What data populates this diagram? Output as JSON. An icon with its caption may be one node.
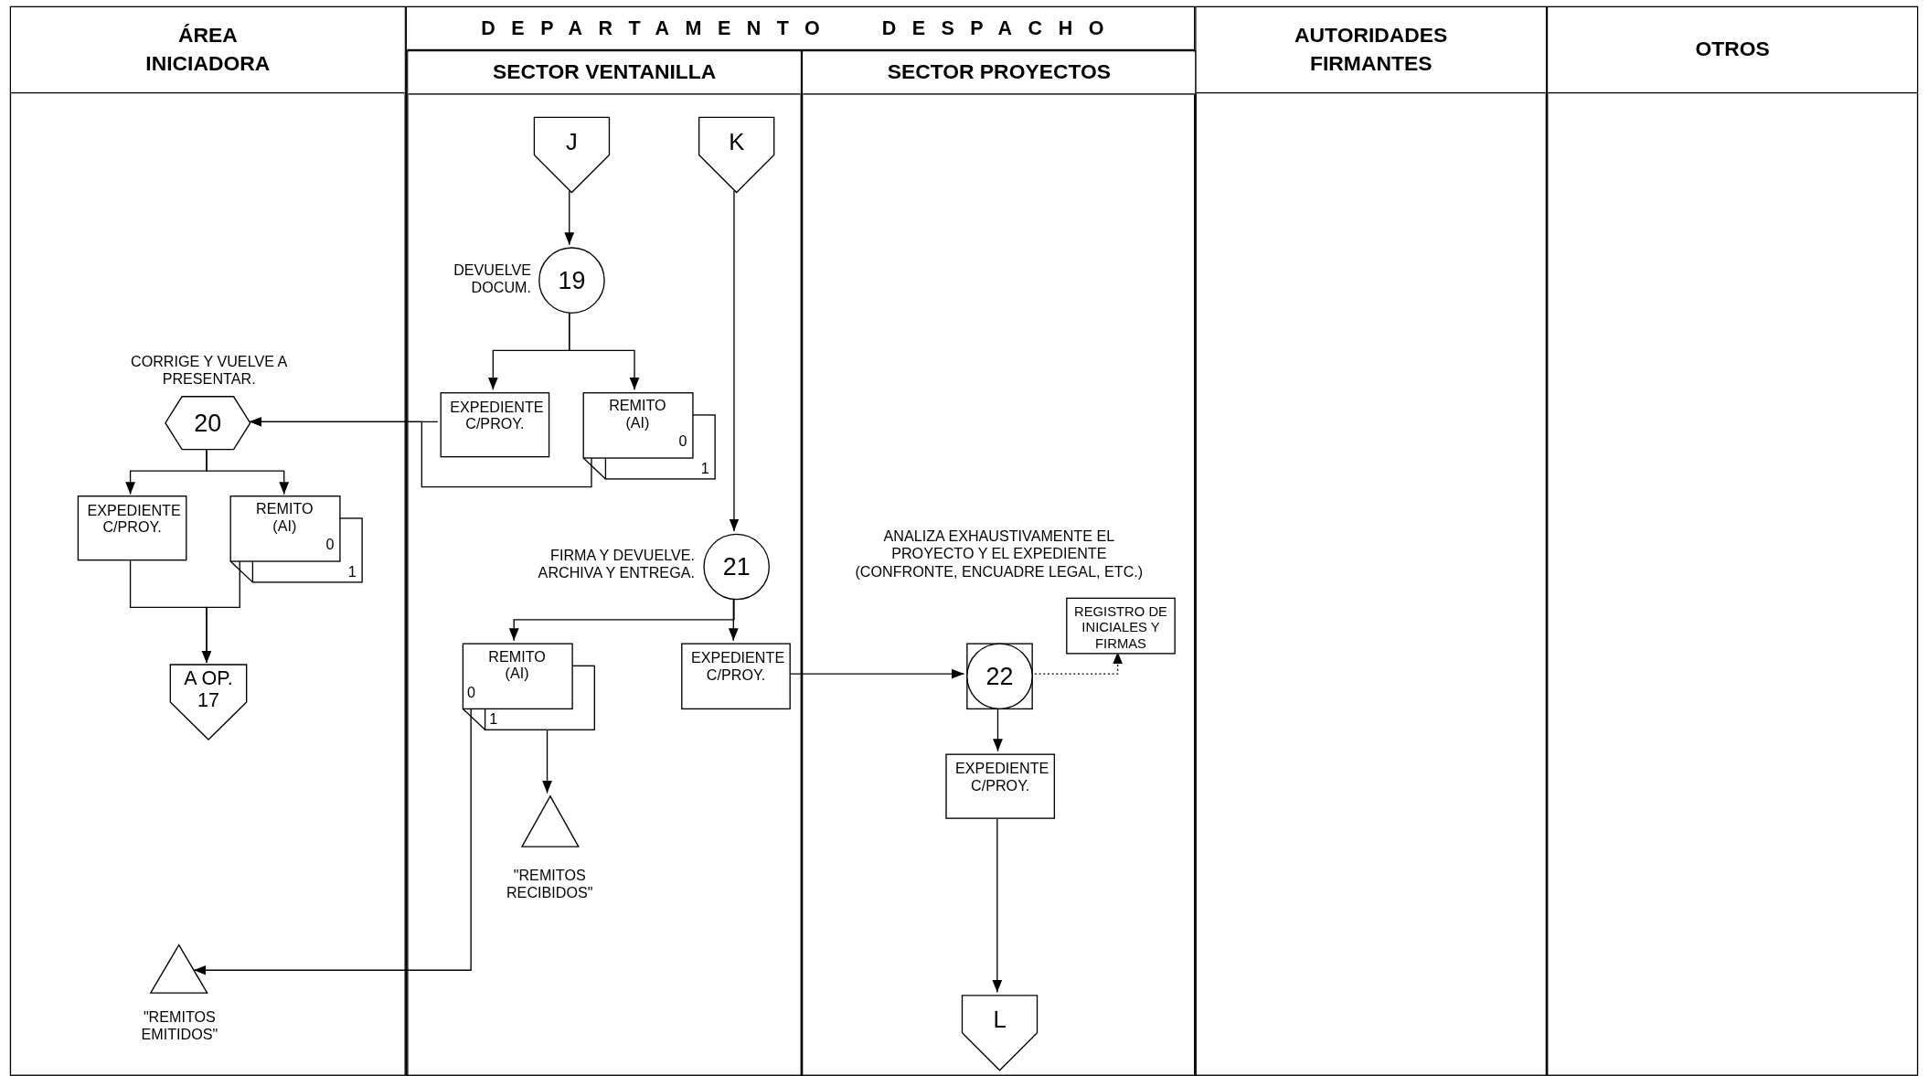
{
  "diagram": {
    "nodes": [
      {
        "text": [
          "ÁREA INICIADORA"
        ]
      },
      {
        "text": [
          "DEPARTAMENTO DESPACHO"
        ]
      },
      {
        "text": [
          "SECTOR VENTANILLA"
        ],
        "in": 1
      },
      {
        "text": [
          "SECTOR PROYECTOS"
        ],
        "in": 1
      },
      {
        "text": [
          "AUTORIDADES FIRMANTES"
        ]
      },
      {
        "text": [
          "OTROS"
        ]
      },
      {
        "text": [
          "J"
        ],
        "in": 2
      },
      {
        "text": [
          "K"
        ],
        "in": 2
      },
      {
        "text": [
          "19"
        ],
        "in": 2,
        "beside": [
          "DEVUELVE DOCUM."
        ]
      },
      {
        "text": [
          "EXPEDIENTE C/PROY."
        ],
        "in": 2
      },
      {
        "text": [
          "REMITO (AI)",
          "0",
          "1"
        ],
        "in": 2
      },
      {
        "text": [
          "20"
        ],
        "in": 0,
        "beside": [
          "CORRIGE Y VUELVE A PRESENTAR."
        ]
      },
      {
        "text": [
          "EXPEDIENTE C/PROY."
        ],
        "in": 0
      },
      {
        "text": [
          "REMITO (AI)",
          "0",
          "1"
        ],
        "in": 0
      },
      {
        "text": [
          "A OP. 17"
        ],
        "in": 0
      },
      {
        "text": [
          "21"
        ],
        "in": 2,
        "beside": [
          "FIRMA Y DEVUELVE. ARCHIVA Y ENTREGA."
        ]
      },
      {
        "text": [
          "REMITO (AI)",
          "0",
          "1"
        ],
        "in": 2
      },
      {
        "text": [
          "EXPEDIENTE C/PROY."
        ],
        "in": 2
      },
      {
        "text": [],
        "shape": "triangle",
        "in": 2,
        "beside": [
          "\"REMITOS RECIBIDOS\""
        ]
      },
      {
        "text": [],
        "shape": "triangle",
        "in": 0,
        "beside": [
          "\"REMITOS EMITIDOS\""
        ]
      },
      {
        "text": [
          "22"
        ],
        "in": 3
      },
      {
        "text": [
          "REGISTRO DE INICIALES Y FIRMAS"
        ],
        "in": 3
      },
      {
        "text": [
          "EXPEDIENTE C/PROY."
        ],
        "in": 3
      },
      {
        "text": [
          "L"
        ],
        "in": 3
      }
    ],
    "edges": [
      {
        "from": 6,
        "to": 8,
        "arrow": "to"
      },
      {
        "from": 8,
        "to": 9,
        "arrow": "to"
      },
      {
        "from": 8,
        "to": 10,
        "arrow": "to"
      },
      {
        "from": 9,
        "to": 11,
        "arrow": "to"
      },
      {
        "from": 10,
        "to": 11,
        "arrow": "to"
      },
      {
        "from": 7,
        "to": 15,
        "arrow": "to"
      },
      {
        "from": 11,
        "to": 12,
        "arrow": "to"
      },
      {
        "from": 11,
        "to": 13,
        "arrow": "to"
      },
      {
        "from": 12,
        "to": 14,
        "arrow": "to"
      },
      {
        "from": 13,
        "to": 14,
        "arrow": "to"
      },
      {
        "from": 15,
        "to": 16,
        "arrow": "to"
      },
      {
        "from": 15,
        "to": 17,
        "arrow": "to"
      },
      {
        "from": 16,
        "to": 18,
        "arrow": "to"
      },
      {
        "from": 16,
        "to": 19,
        "arrow": "to"
      },
      {
        "from": 17,
        "to": 20,
        "arrow": "to"
      },
      {
        "from": 20,
        "to": 21,
        "arrow": "to",
        "style": "dashed"
      },
      {
        "from": 20,
        "to": 22,
        "arrow": "to"
      },
      {
        "from": 22,
        "to": 23,
        "arrow": "to"
      }
    ],
    "labels": [
      "ANALIZA EXHAUSTIVAMENTE EL PROYECTO Y EL EXPEDIENTE (CONFRONTE, ENCUADRE LEGAL, ETC.)"
    ]
  }
}
